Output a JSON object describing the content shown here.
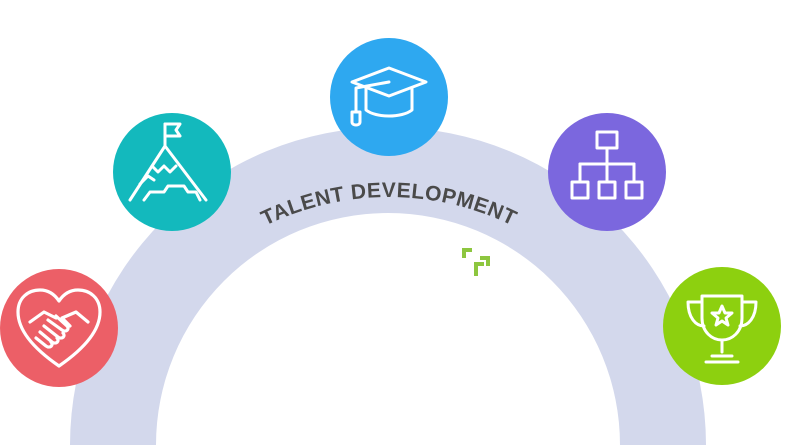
{
  "diagram": {
    "title": "TALENT DEVELOPMENT",
    "colors": {
      "arch": "#d3d8ec",
      "title_text": "#4a4a4a",
      "coral": "#ec5f67",
      "teal": "#13b9bd",
      "blue": "#2ea8f0",
      "purple": "#7b67de",
      "green": "#8dd00f",
      "accent_mark": "#8dc63f"
    },
    "nodes": [
      {
        "id": "relationships",
        "icon": "handshake-heart-icon",
        "color": "#ec5f67"
      },
      {
        "id": "goals",
        "icon": "mountain-flag-icon",
        "color": "#13b9bd"
      },
      {
        "id": "education",
        "icon": "graduation-cap-icon",
        "color": "#2ea8f0"
      },
      {
        "id": "structure",
        "icon": "org-chart-icon",
        "color": "#7b67de"
      },
      {
        "id": "achievement",
        "icon": "trophy-star-icon",
        "color": "#8dd00f"
      }
    ]
  }
}
